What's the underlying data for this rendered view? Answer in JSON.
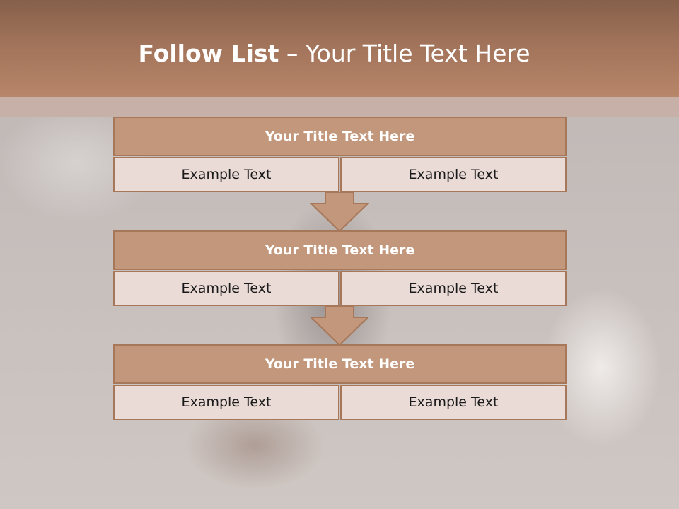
{
  "slide": {
    "title_bold": "Follow List",
    "title_rest": " – Your Title Text Here"
  },
  "blocks": [
    {
      "title": "Your Title Text Here",
      "left": "Example Text",
      "right": "Example Text"
    },
    {
      "title": "Your Title Text Here",
      "left": "Example Text",
      "right": "Example Text"
    },
    {
      "title": "Your Title Text Here",
      "left": "Example Text",
      "right": "Example Text"
    }
  ],
  "colors": {
    "header": "#a1735a",
    "block_fill": "#c2977b",
    "block_border": "#a77759",
    "cell_fill": "#eadbd6"
  },
  "icons": [
    "down-arrow-icon",
    "down-arrow-icon"
  ]
}
